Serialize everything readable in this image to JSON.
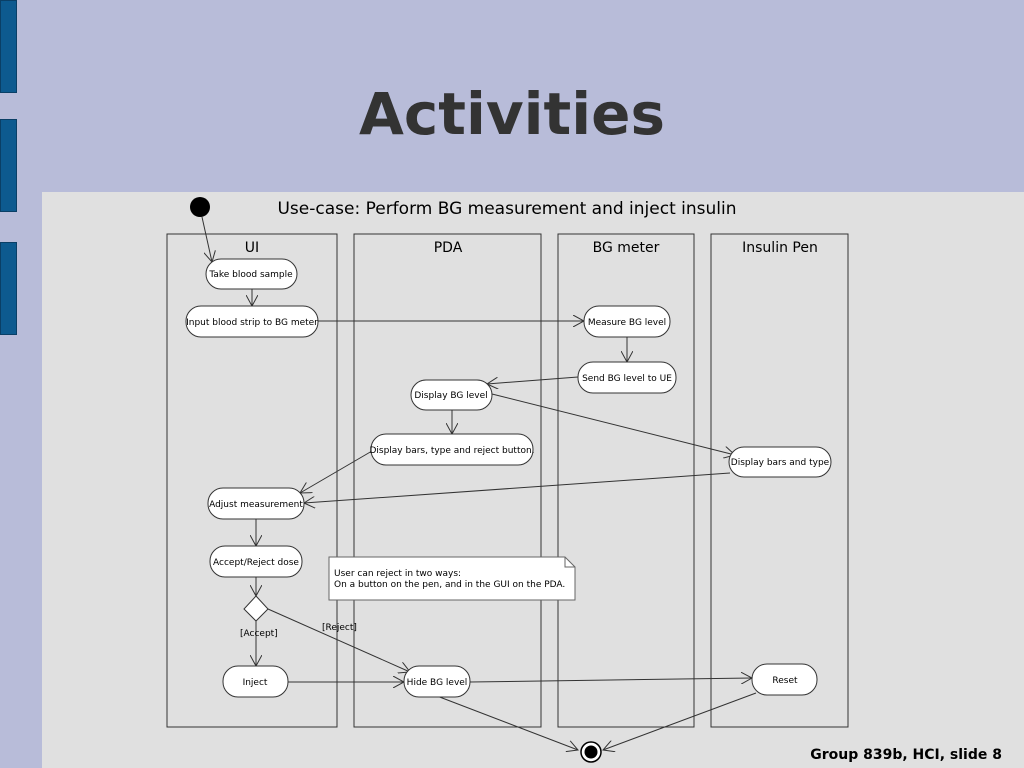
{
  "slide": {
    "title": "Activities",
    "footer": "Group 839b, HCI, slide 8"
  },
  "diagram": {
    "heading": "Use-case: Perform BG measurement and inject insulin",
    "lanes": {
      "ui": "UI",
      "pda": "PDA",
      "bg_meter": "BG meter",
      "insulin_pen": "Insulin Pen"
    },
    "activities": {
      "take_blood_sample": "Take blood sample",
      "input_strip": "Input blood strip to BG meter",
      "measure_bg": "Measure BG level",
      "send_bg": "Send BG level to UE",
      "display_bg": "Display BG level",
      "display_bars_pda": "Display bars, type and reject button.",
      "display_bars_pen": "Display bars and type",
      "adjust_measurement": "Adjust measurement",
      "accept_reject": "Accept/Reject dose",
      "inject": "Inject",
      "hide_bg": "Hide BG level",
      "reset": "Reset"
    },
    "guards": {
      "accept": "[Accept]",
      "reject": "[Reject]"
    },
    "note": {
      "line1": "User can reject in two ways:",
      "line2": "On a button on the pen, and in the GUI on the PDA."
    }
  }
}
